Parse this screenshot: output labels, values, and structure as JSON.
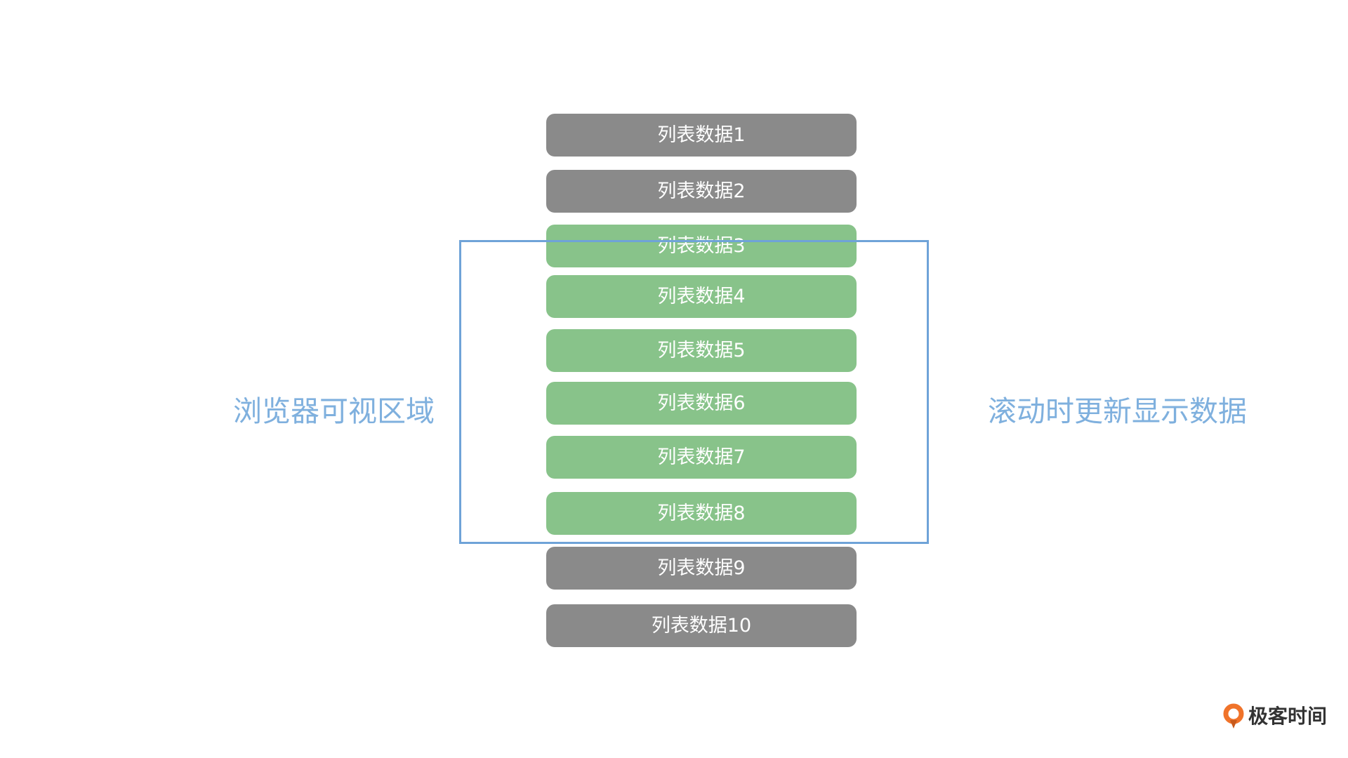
{
  "list": {
    "items": [
      {
        "label": "列表数据1",
        "color": "#8a8a8a"
      },
      {
        "label": "列表数据2",
        "color": "#8a8a8a"
      },
      {
        "label": "列表数据3",
        "color": "#88c38a"
      },
      {
        "label": "列表数据4",
        "color": "#88c38a"
      },
      {
        "label": "列表数据5",
        "color": "#88c38a"
      },
      {
        "label": "列表数据6",
        "color": "#88c38a"
      },
      {
        "label": "列表数据7",
        "color": "#88c38a"
      },
      {
        "label": "列表数据8",
        "color": "#88c38a"
      },
      {
        "label": "列表数据9",
        "color": "#8a8a8a"
      },
      {
        "label": "列表数据10",
        "color": "#8a8a8a"
      }
    ]
  },
  "captions": {
    "viewport_caption": "浏览器可视区域",
    "scroll_caption": "滚动时更新显示数据"
  },
  "brand": {
    "name": "极客时间",
    "icon": "geek-time-logo-icon"
  },
  "colors": {
    "viewport_border": "#6fa3d8",
    "caption": "#7fb0de",
    "brand_orange": "#f0732a",
    "brand_text": "#333333"
  }
}
